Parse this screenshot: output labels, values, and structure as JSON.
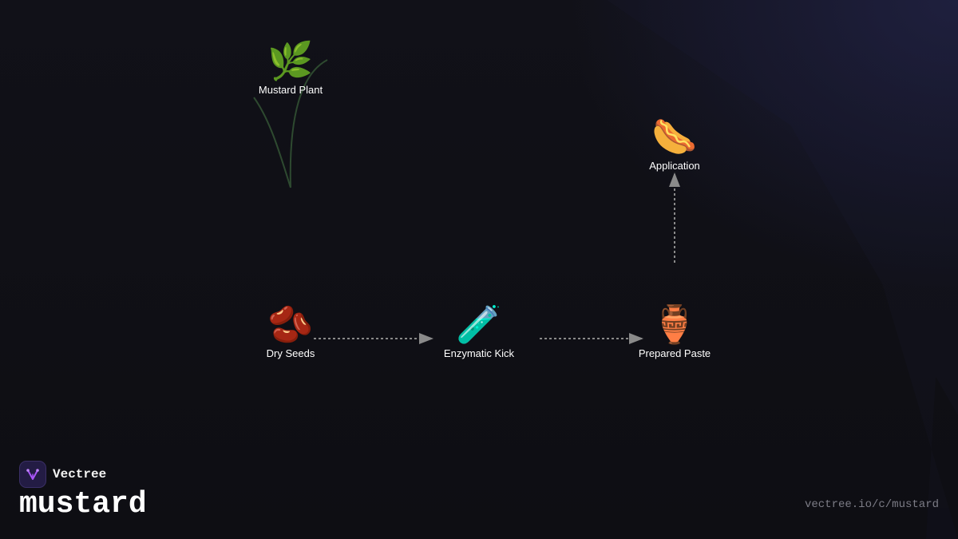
{
  "diagram": {
    "nodes": [
      {
        "id": "mustard-plant",
        "icon": "herb-icon",
        "glyph": "🌿",
        "label": "Mustard Plant"
      },
      {
        "id": "application",
        "icon": "hot-dog-icon",
        "glyph": "🌭",
        "label": "Application"
      },
      {
        "id": "dry-seeds",
        "icon": "beans-icon",
        "glyph": "🫘",
        "label": "Dry Seeds"
      },
      {
        "id": "enzymatic-kick",
        "icon": "test-tube-icon",
        "glyph": "🧪",
        "label": "Enzymatic Kick"
      },
      {
        "id": "prepared-paste",
        "icon": "amphora-icon",
        "glyph": "🏺",
        "label": "Prepared Paste"
      }
    ],
    "edges": [
      {
        "from": "dry-seeds",
        "to": "enzymatic-kick",
        "style": "dotted-arrow"
      },
      {
        "from": "enzymatic-kick",
        "to": "prepared-paste",
        "style": "dotted-arrow"
      },
      {
        "from": "prepared-paste",
        "to": "application",
        "style": "dotted-arrow"
      }
    ],
    "colors": {
      "background": "#0f0f14",
      "arrow": "#8a8a8a",
      "stem": "#2e4a30",
      "label": "#ffffff"
    }
  },
  "brand": {
    "name": "Vectree",
    "logo_icon": "vectree-logo-icon",
    "accent": "#a855f7"
  },
  "footer": {
    "title": "mustard",
    "url": "vectree.io/c/mustard"
  }
}
